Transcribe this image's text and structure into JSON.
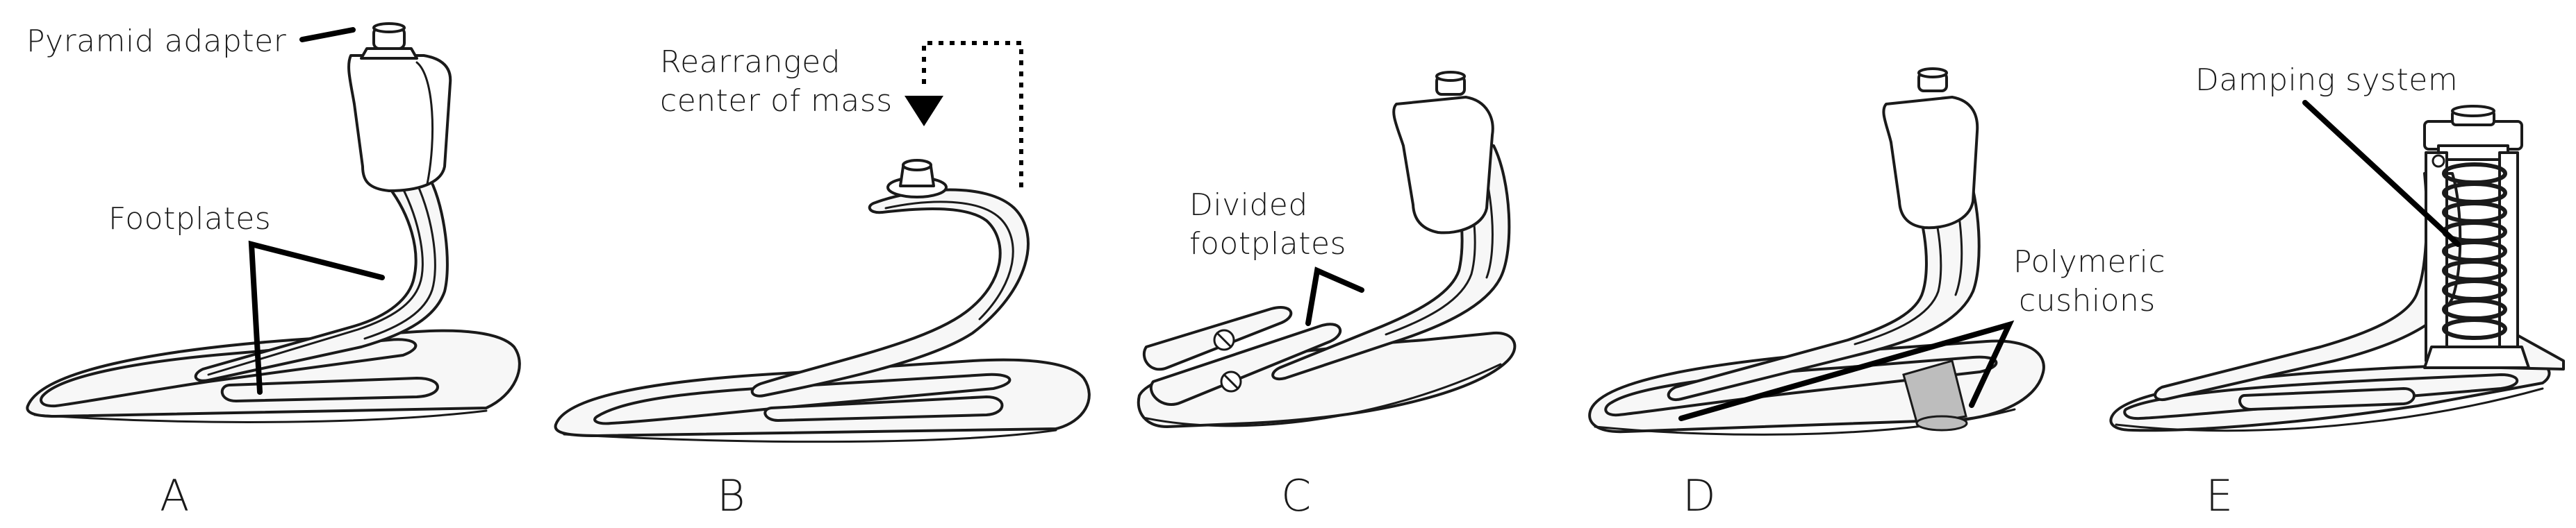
{
  "figure": {
    "panels": [
      {
        "letter": "A",
        "callouts": [
          "Pyramid adapter",
          "Footplates"
        ]
      },
      {
        "letter": "B",
        "callouts": [
          "Rearranged",
          "center of mass"
        ]
      },
      {
        "letter": "C",
        "callouts": [
          "Divided",
          "footplates"
        ]
      },
      {
        "letter": "D",
        "callouts": [
          "Polymeric",
          "cushions"
        ]
      },
      {
        "letter": "E",
        "callouts": [
          "Damping system"
        ]
      }
    ]
  }
}
